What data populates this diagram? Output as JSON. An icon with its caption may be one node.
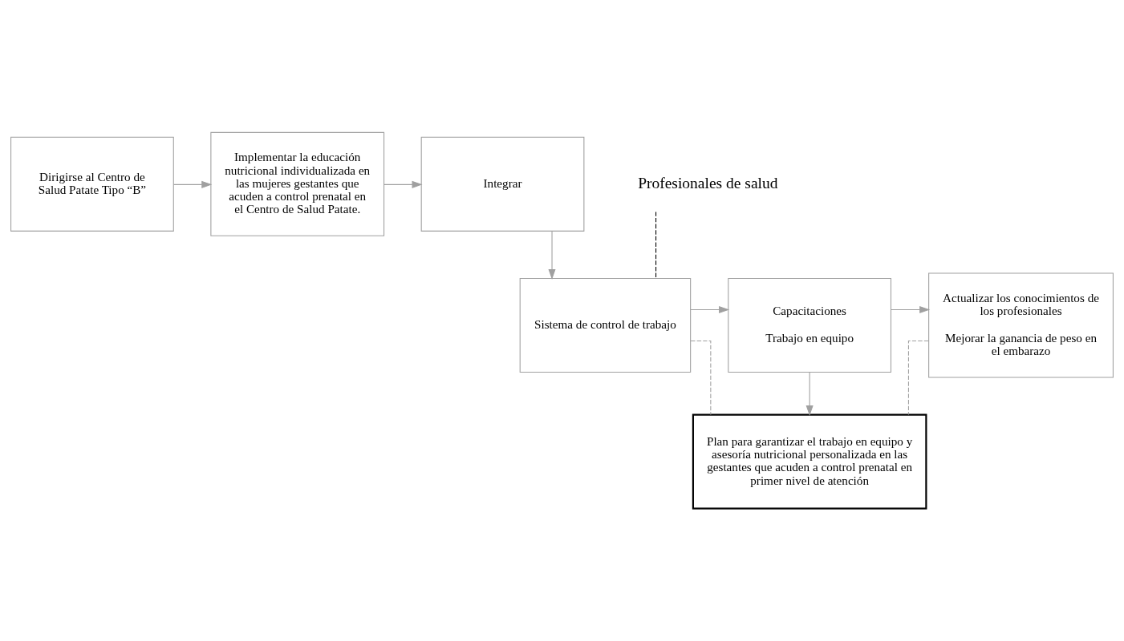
{
  "diagram": {
    "nodes": [
      {
        "text": [
          "Dirigirse al Centro de Salud Patate Tipo “B”"
        ]
      },
      {
        "text": [
          "Implementar la educación nutricional individualizada en las mujeres gestantes que acuden a control prenatal en el Centro de Salud Patate."
        ]
      },
      {
        "text": [
          "Integrar"
        ]
      },
      {
        "text": [
          "Sistema de control de trabajo"
        ]
      },
      {
        "text": [
          "Profesionales de salud"
        ]
      },
      {
        "text": [
          "Capacitaciones",
          "Trabajo en equipo"
        ]
      },
      {
        "text": [
          "Actualizar los conocimientos de los profesionales",
          "Mejorar la ganancia de peso en el embarazo"
        ]
      },
      {
        "text": [
          "Plan para garantizar el trabajo en equipo y asesoría nutricional personalizada en las gestantes que acuden a control prenatal en primer nivel de atención"
        ]
      }
    ],
    "edges": [
      {
        "from": 0,
        "to": 1,
        "arrow": "to"
      },
      {
        "from": 1,
        "to": 2,
        "arrow": "to"
      },
      {
        "from": 2,
        "to": 3,
        "arrow": "to"
      },
      {
        "from": 4,
        "to": 3,
        "arrow": "none",
        "style": "dashed",
        "color": "#000000"
      },
      {
        "from": 3,
        "to": 5,
        "arrow": "to"
      },
      {
        "from": 5,
        "to": 6,
        "arrow": "to"
      },
      {
        "from": 5,
        "to": 7,
        "arrow": "to"
      },
      {
        "from": 3,
        "to": 7,
        "arrow": "none",
        "style": "dashed"
      },
      {
        "from": 6,
        "to": 7,
        "arrow": "none",
        "style": "dashed"
      }
    ]
  }
}
